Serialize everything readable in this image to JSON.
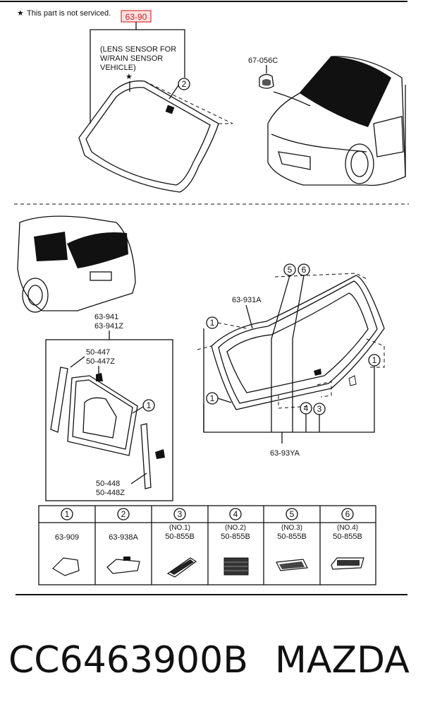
{
  "notice": "This part is not serviced.",
  "top": {
    "highlighted_part": "63-90",
    "sensor_note": [
      "(LENS SENSOR FOR",
      "W/RAIN SENSOR",
      "VEHICLE)"
    ],
    "callout_2": "2",
    "clip_part": "67-056C"
  },
  "middle": {
    "side_glass": [
      "63-941",
      "63-941Z"
    ],
    "molding_upper": [
      "50-447",
      "50-447Z"
    ],
    "molding_lower": [
      "50-448",
      "50-448Z"
    ],
    "rear_glass_top": "63-931A",
    "rear_glass_bottom": "63-93YA",
    "callouts": {
      "c1": "1",
      "c3": "3",
      "c4": "4",
      "c5": "5",
      "c6": "6"
    }
  },
  "table": {
    "columns": [
      {
        "index": "1",
        "sub": "",
        "part": "63-909"
      },
      {
        "index": "2",
        "sub": "",
        "part": "63-938A"
      },
      {
        "index": "3",
        "sub": "(NO.1)",
        "part": "50-855B"
      },
      {
        "index": "4",
        "sub": "(NO.2)",
        "part": "50-855B"
      },
      {
        "index": "5",
        "sub": "(NO.3)",
        "part": "50-855B"
      },
      {
        "index": "6",
        "sub": "(NO.4)",
        "part": "50-855B"
      }
    ]
  },
  "footer": {
    "part_number": "CC6463900B",
    "brand": "MAZDA"
  }
}
